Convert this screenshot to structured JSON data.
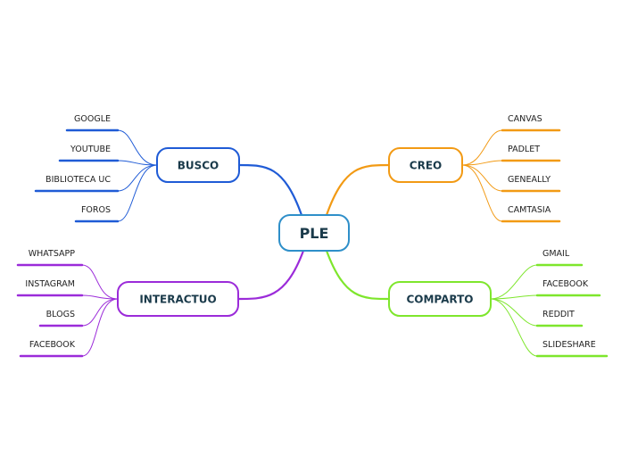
{
  "central": {
    "label": "PLE",
    "color": "#2e8fc9"
  },
  "branches": [
    {
      "key": "busco",
      "label": "BUSCO",
      "color": "#1f5bd6",
      "leaves": [
        "GOOGLE",
        "YOUTUBE",
        "BIBLIOTECA UC",
        "FOROS"
      ]
    },
    {
      "key": "creo",
      "label": "CREO",
      "color": "#f29a14",
      "leaves": [
        "CANVAS",
        "PADLET",
        "GENEALLY",
        "CAMTASIA"
      ]
    },
    {
      "key": "interactuo",
      "label": "INTERACTUO",
      "color": "#9b2bd9",
      "leaves": [
        "WHATSAPP",
        "INSTAGRAM",
        "BLOGS",
        "FACEBOOK"
      ]
    },
    {
      "key": "comparto",
      "label": "COMPARTO",
      "color": "#7ee62c",
      "leaves": [
        "GMAIL",
        "FACEBOOK",
        "REDDIT",
        "SLIDESHARE"
      ]
    }
  ]
}
